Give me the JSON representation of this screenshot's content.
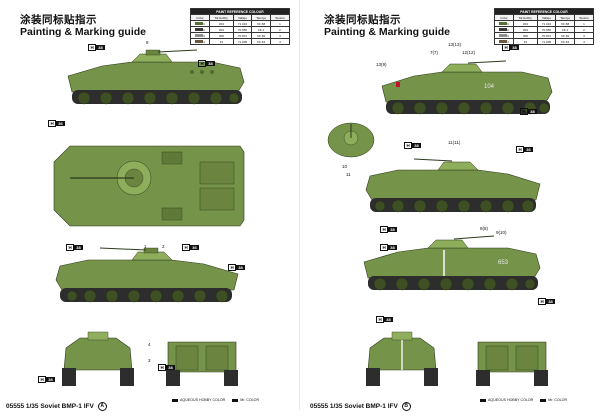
{
  "title_cn": "涂装同标贴指示",
  "title_en": "Painting & Marking guide",
  "reference": {
    "header": "PAINT REFERENCE COLOUR",
    "columns": [
      "Color",
      "Mr.Hobby",
      "Vallejo",
      "Tamiya",
      "Testors"
    ],
    "rows": [
      {
        "swatch": "#5a6e3a",
        "values": [
          "1",
          "304",
          "71.016",
          "XF-58",
          "1"
        ]
      },
      {
        "swatch": "#3b3b3b",
        "values": [
          "2",
          "304",
          "70.950",
          "XF-1",
          "2"
        ]
      },
      {
        "swatch": "#8f8f8f",
        "values": [
          "3",
          "305",
          "70.872",
          "XF-56",
          "3"
        ]
      },
      {
        "swatch": "#6b5a3e",
        "values": [
          "4",
          "13",
          "71.005",
          "XF-64",
          "4"
        ]
      }
    ]
  },
  "footer_left": {
    "code": "05555",
    "text": "1/35 Soviet BMP-1 IFV",
    "sheet": "A"
  },
  "footer_right": {
    "code": "05555",
    "text": "1/35 Soviet BMP-1 IFV",
    "sheet": "B"
  },
  "legend": {
    "aqueous": "AQUEOUS HOBBY COLOR",
    "mr": "Mr. COLOR"
  },
  "callouts_left": [
    {
      "h": "H",
      "num": "38"
    },
    {
      "h": "H",
      "num": "38"
    },
    {
      "h": "H",
      "num": "36"
    },
    {
      "h": "H",
      "num": "38"
    },
    {
      "h": "H",
      "num": "36"
    },
    {
      "h": "H",
      "num": "38"
    },
    {
      "h": "H",
      "num": "38"
    },
    {
      "h": "H",
      "num": "38"
    }
  ],
  "callouts_right": [
    {
      "h": "H",
      "num": "38"
    },
    {
      "h": "H",
      "num": "38"
    },
    {
      "h": "H",
      "num": "38"
    },
    {
      "h": "H",
      "num": "36"
    },
    {
      "h": "H",
      "num": "38"
    },
    {
      "h": "H",
      "num": "38"
    },
    {
      "h": "H",
      "num": "38"
    },
    {
      "h": "H",
      "num": "38"
    }
  ],
  "numbers_left": [
    "8",
    "1",
    "2",
    "4",
    "3"
  ],
  "numbers_right": [
    "13(9)",
    "7(7)",
    "13(13)",
    "12(12)",
    "11(11)",
    "8(8)",
    "9(10)",
    "10",
    "11"
  ],
  "colors": {
    "hull": "#76934a",
    "hull_dark": "#4f6a2e",
    "hull_light": "#8fae5c",
    "wheels": "#3e4f24",
    "track": "#2d2d2d"
  }
}
